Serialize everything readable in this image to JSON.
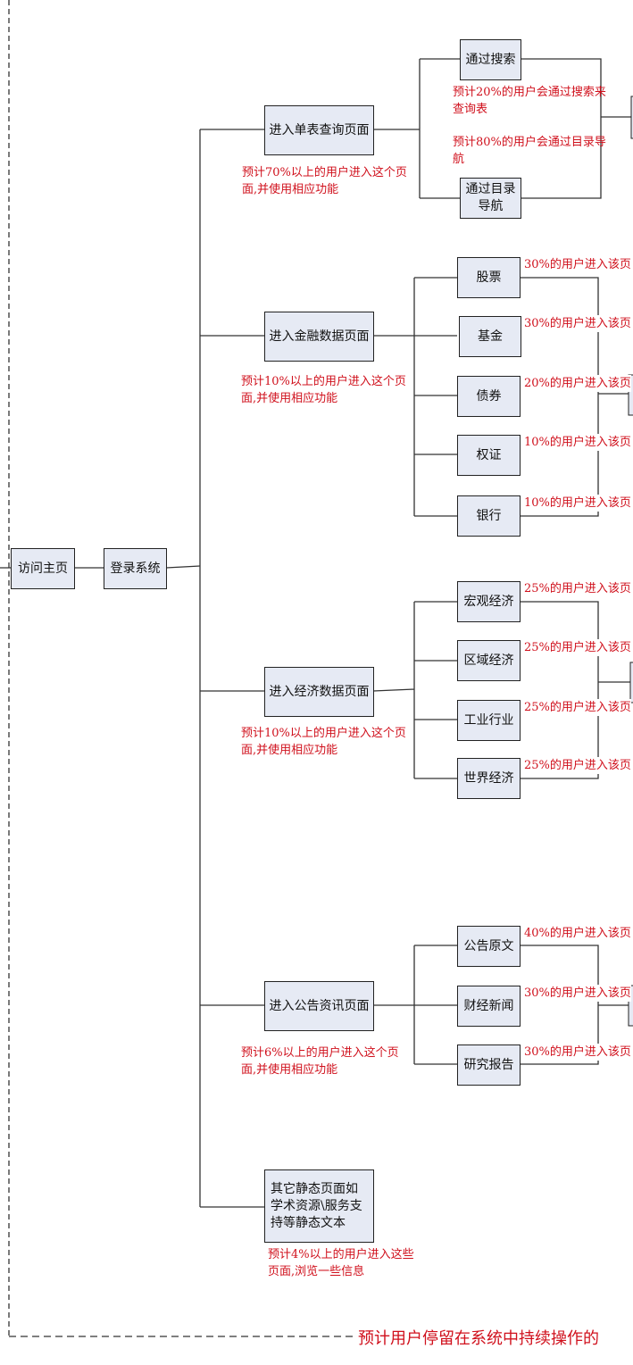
{
  "root": {
    "home": "访问主页",
    "login": "登录系统"
  },
  "branches": [
    {
      "label": "进入单表查询页面",
      "note": "预计70%以上的用户进入这个页面,并使用相应功能",
      "children": [
        {
          "label": "通过搜索",
          "note": "预计20%的用户会通过搜索来查询表"
        },
        {
          "label": "通过目录导航",
          "note": "预计80%的用户会通过目录导航"
        }
      ]
    },
    {
      "label": "进入金融数据页面",
      "note": "预计10%以上的用户进入这个页面,并使用相应功能",
      "children": [
        {
          "label": "股票",
          "note": "30%的用户进入该页"
        },
        {
          "label": "基金",
          "note": "30%的用户进入该页"
        },
        {
          "label": "债券",
          "note": "20%的用户进入该页"
        },
        {
          "label": "权证",
          "note": "10%的用户进入该页"
        },
        {
          "label": "银行",
          "note": "10%的用户进入该页"
        }
      ]
    },
    {
      "label": "进入经济数据页面",
      "note": "预计10%以上的用户进入这个页面,并使用相应功能",
      "children": [
        {
          "label": "宏观经济",
          "note": "25%的用户进入该页"
        },
        {
          "label": "区域经济",
          "note": "25%的用户进入该页"
        },
        {
          "label": "工业行业",
          "note": "25%的用户进入该页"
        },
        {
          "label": "世界经济",
          "note": "25%的用户进入该页"
        }
      ]
    },
    {
      "label": "进入公告资讯页面",
      "note": "预计6%以上的用户进入这个页面,并使用相应功能",
      "children": [
        {
          "label": "公告原文",
          "note": "40%的用户进入该页"
        },
        {
          "label": "财经新闻",
          "note": "30%的用户进入该页"
        },
        {
          "label": "研究报告",
          "note": "30%的用户进入该页"
        }
      ]
    },
    {
      "label": "其它静态页面如学术资源\\服务支持等静态文本",
      "note": "预计4%以上的用户进入这些页面,浏览一些信息"
    }
  ],
  "footer": "预计用户停留在系统中持续操作的"
}
